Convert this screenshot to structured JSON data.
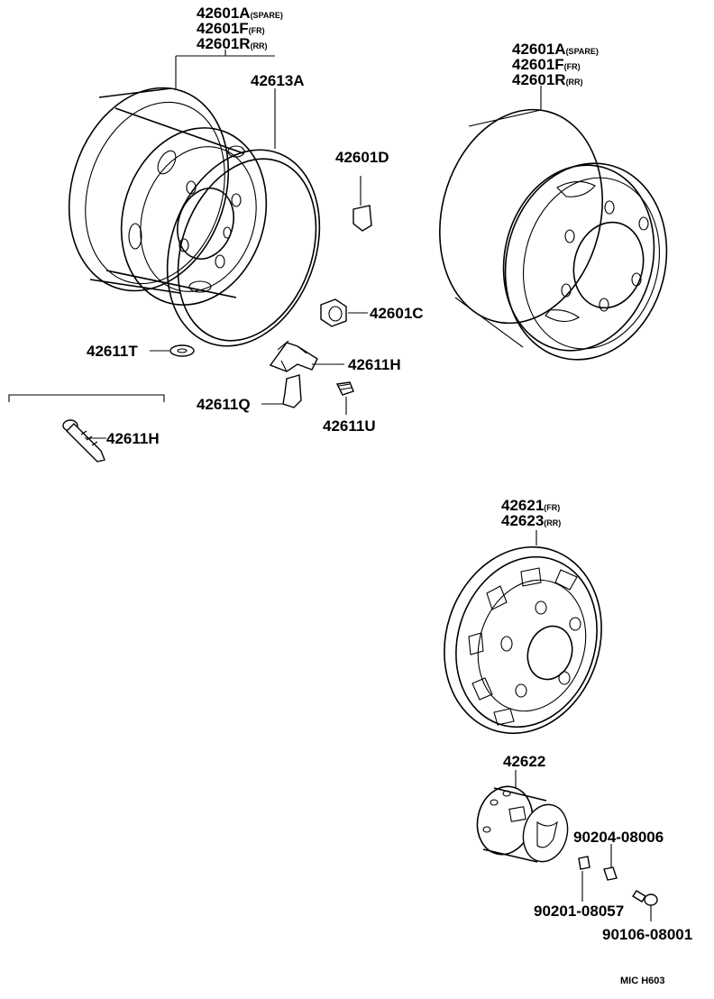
{
  "labels": {
    "wheel_left": {
      "lines": [
        {
          "part": "42601A",
          "suffix": "(SPARE)"
        },
        {
          "part": "42601F",
          "suffix": "(FR)"
        },
        {
          "part": "42601R",
          "suffix": "(RR)"
        }
      ]
    },
    "wheel_right": {
      "lines": [
        {
          "part": "42601A",
          "suffix": "(SPARE)"
        },
        {
          "part": "42601F",
          "suffix": "(FR)"
        },
        {
          "part": "42601R",
          "suffix": "(RR)"
        }
      ]
    },
    "ring": "42613A",
    "balance_weight": "42601D",
    "nut": "42601C",
    "washer": "42611T",
    "valve_clip": "42611H",
    "clip_q": "42611Q",
    "cap_u": "42611U",
    "valve_stem": "42611H",
    "cover": {
      "lines": [
        {
          "part": "42621",
          "suffix": "(FR)"
        },
        {
          "part": "42623",
          "suffix": "(RR)"
        }
      ]
    },
    "hub_ornament": "42622",
    "nut_90204": "90204-08006",
    "nut_90201": "90201-08057",
    "bolt_90106": "90106-08001"
  },
  "drawing_code": "MIC H603",
  "colors": {
    "ink": "#000000",
    "paper": "#ffffff"
  }
}
